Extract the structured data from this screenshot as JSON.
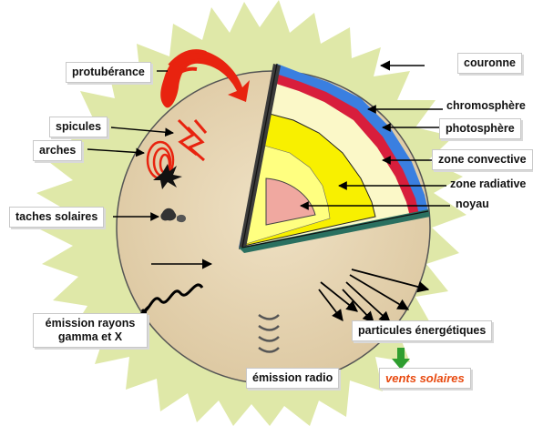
{
  "labels": {
    "couronne": "couronne",
    "protuberance": "protubérance",
    "chromosphere": "chromosphère",
    "photosphere": "photosphère",
    "spicules": "spicules",
    "arches": "arches",
    "zone_convective": "zone convective",
    "zone_radiative": "zone radiative",
    "noyau": "noyau",
    "taches_solaires": "taches solaires",
    "emission_rayons_line1": "émission rayons",
    "emission_rayons_line2": "gamma et X",
    "particules": "particules énergétiques",
    "vents_solaires": "vents solaires",
    "emission_radio": "émission radio"
  },
  "colors": {
    "corona": "#dfe8a8",
    "surface": "#e8d6b4",
    "blue_layer": "#3a7fe0",
    "red_layer": "#d81e3c",
    "cream_layer": "#fbf8c8",
    "yellow_zone": "#f8f000",
    "core": "#f0a8a0",
    "prominence": "#e8230f",
    "vents_text": "#e84a10",
    "vents_arrow": "#2f9e2f"
  }
}
